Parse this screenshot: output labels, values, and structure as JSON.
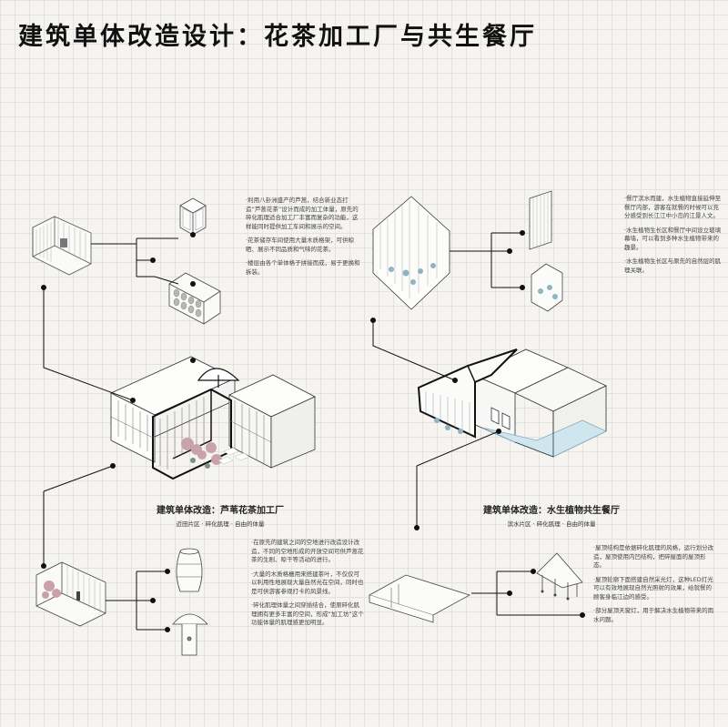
{
  "title": "建筑单体改造设计：花茶加工厂与共生餐厅",
  "left_project": {
    "caption": "建筑单体改造：芦苇花茶加工厂",
    "subcaption": "近田片区 · 碎化肌理 · 自由的体量",
    "top_notes": [
      "·利用八卦洲盛产的芦蒿，结合新业态打造“芦蒿花茶”设计而成的加工体量，原先的碎化肌理适合加工厂丰富而复杂的功能，这样能同时提供加工车间和展示的空间。",
      "·花茶储存车间使用大量木质格架，可供晾晒、展示不同品质和气味的花茶。",
      "·楼层由各个单体格子拼接而成，易于更换和拆装。"
    ],
    "bottom_notes": [
      "·在原先的建筑之间的空地进行改造设计改造，不同的空地形成的开放空间可供芦蒿花茶的生剧、晾干等活动的进行。",
      "·大量的木质格栅用来搭建茶叶，不仅仅可以利用性地展现大量自然光在空间，同时也是可供游客参观打卡的风景线。",
      "·碎化肌理体量之间穿插结合，使原碎化肌理拥有更多丰富的空间，形成“加工坊”这个功能体量的肌理感更加明显。"
    ]
  },
  "right_project": {
    "caption": "建筑单体改造：水生植物共生餐厅",
    "subcaption": "滨水片区 · 碎化肌理 · 自由的体量",
    "top_notes": [
      "·餐厅滨水而建，水生植物直接延伸至餐厅内部，游客在就餐的时候可以充分感受到长江江中小岛的江景人文。",
      "·水生植物生长区和餐厅中间设立玻璃幕墙，可以看到多种水生植物带来的趣景。",
      "·水生植物生长区与原先的自然层的肌理关联。"
    ],
    "bottom_notes": [
      "·屋顶结构是依据碎化肌理的风格，运行划分改造，屋顶使用内凹结构，把碎屋面的屋顶形态。",
      "·屋顶轮廓下面搭建自然采光灯，这种LED灯光可以有效地展现自然光照射的效果，给就餐的顾客身临江边的感受。",
      "·部分屋顶天窗灯，用于解决水生植物带来的雨水问题。"
    ]
  },
  "colors": {
    "background": "#f5f4f1",
    "grid": "#e3e2de",
    "ink": "#1a1a1a",
    "water": "#cfe6ee",
    "plant": "#8fb3c0",
    "blossom": "#b07a8a"
  }
}
